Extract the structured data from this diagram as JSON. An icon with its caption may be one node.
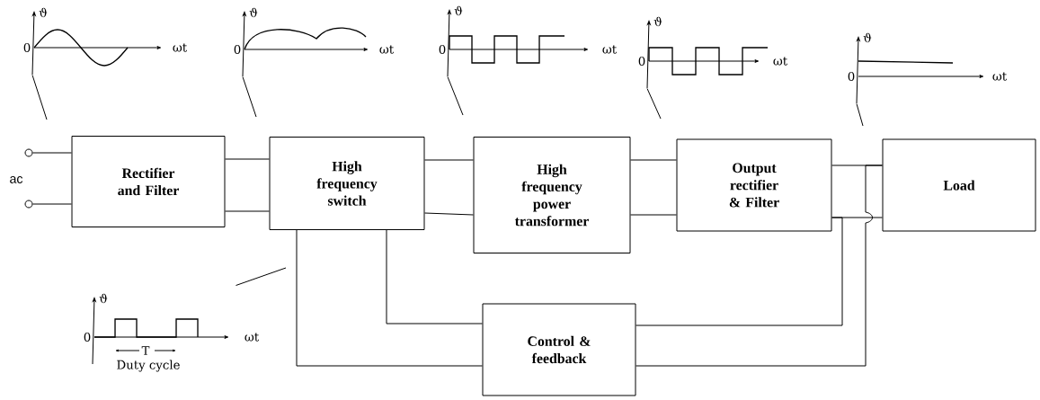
{
  "diagram": {
    "nodes": [
      {
        "text": [
          "Rectifier and Filter"
        ]
      },
      {
        "text": [
          "High frequency switch"
        ]
      },
      {
        "text": [
          "High frequency power transformer"
        ]
      },
      {
        "text": [
          "Output rectifier & Filter"
        ]
      },
      {
        "text": [
          "Load"
        ]
      },
      {
        "text": [
          "Control & feedback"
        ]
      },
      {
        "text": [],
        "shape": "circle"
      },
      {
        "text": [],
        "shape": "circle"
      },
      {
        "text": [
          "ϑ",
          "0",
          "ωt"
        ]
      },
      {
        "text": [
          "ϑ",
          "0",
          "ωt"
        ]
      },
      {
        "text": [
          "ϑ",
          "0",
          "ωt"
        ]
      },
      {
        "text": [
          "ϑ",
          "0",
          "ωt"
        ]
      },
      {
        "text": [
          "ϑ",
          "0",
          "ωt"
        ]
      },
      {
        "text": [
          "ϑ",
          "0",
          "T",
          "ωt",
          "Duty cycle"
        ]
      }
    ],
    "edges": [
      {
        "from": 6,
        "to": 0,
        "arrow": "none"
      },
      {
        "from": 7,
        "to": 0,
        "arrow": "none"
      },
      {
        "from": 0,
        "to": 1,
        "arrow": "none"
      },
      {
        "from": 0,
        "to": 1,
        "arrow": "none"
      },
      {
        "from": 1,
        "to": 2,
        "arrow": "none"
      },
      {
        "from": 1,
        "to": 2,
        "arrow": "none"
      },
      {
        "from": 2,
        "to": 3,
        "arrow": "none"
      },
      {
        "from": 2,
        "to": 3,
        "arrow": "none"
      },
      {
        "from": 3,
        "to": 4,
        "arrow": "none"
      },
      {
        "from": 3,
        "to": 4,
        "arrow": "none"
      },
      {
        "from": 1,
        "to": 5,
        "arrow": "none"
      },
      {
        "from": 1,
        "to": 5,
        "arrow": "none"
      },
      {
        "from": 5,
        "to": 3,
        "arrow": "none"
      },
      {
        "from": 5,
        "to": 4,
        "arrow": "none"
      },
      {
        "from": 8,
        "to": null,
        "arrow": "none"
      },
      {
        "from": 9,
        "to": null,
        "arrow": "none"
      },
      {
        "from": 10,
        "to": null,
        "arrow": "none"
      },
      {
        "from": 11,
        "to": null,
        "arrow": "none"
      },
      {
        "from": 12,
        "to": null,
        "arrow": "none"
      },
      {
        "from": 13,
        "to": null,
        "arrow": "none"
      }
    ],
    "labels": [
      "ac"
    ]
  }
}
